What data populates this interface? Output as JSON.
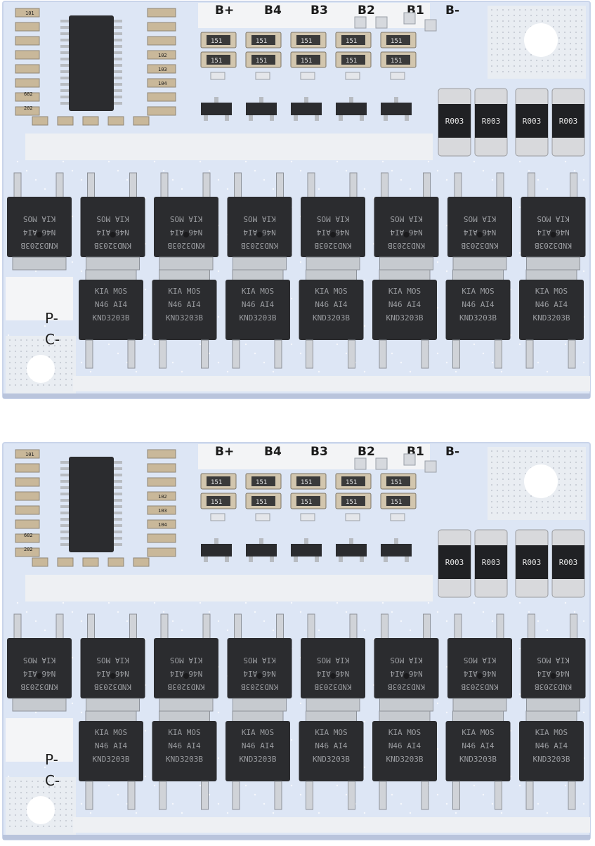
{
  "colors": {
    "pcb": "#dde6f5",
    "pcb_edge": "#c9d4ea",
    "pad": "#e9edf2",
    "chip": "#2b2c2f",
    "chip_text": "#9a9ca0",
    "tab": "#c6cacf",
    "silk": "#1c1c1c"
  },
  "boards": [
    {
      "terminal_labels": [
        "B+",
        "B4",
        "B3",
        "B2",
        "B1",
        "B-"
      ],
      "side_labels": [
        "P-",
        "C-"
      ],
      "resistor_code": "151",
      "shunts": [
        "R003",
        "R003",
        "R003",
        "R003"
      ],
      "mosfet_top_text": [
        "KND3203B",
        "N46  AI4",
        "KIA  MOS"
      ],
      "mosfet_bottom_text": [
        "KIA  MOS",
        "N46  AI4",
        "KND3203B"
      ],
      "small_codes": [
        "101",
        "102",
        "682",
        "202",
        "103",
        "104"
      ]
    },
    {
      "terminal_labels": [
        "B+",
        "B4",
        "B3",
        "B2",
        "B1",
        "B-"
      ],
      "side_labels": [
        "P-",
        "C-"
      ],
      "resistor_code": "151",
      "shunts": [
        "R003",
        "R003",
        "R003",
        "R003"
      ],
      "mosfet_top_text": [
        "KND3203B",
        "N46  AI4",
        "KIA  MOS"
      ],
      "mosfet_bottom_text": [
        "KIA  MOS",
        "N46  AI4",
        "KND3203B"
      ],
      "small_codes": [
        "101",
        "102",
        "682",
        "202",
        "103",
        "104"
      ]
    }
  ]
}
